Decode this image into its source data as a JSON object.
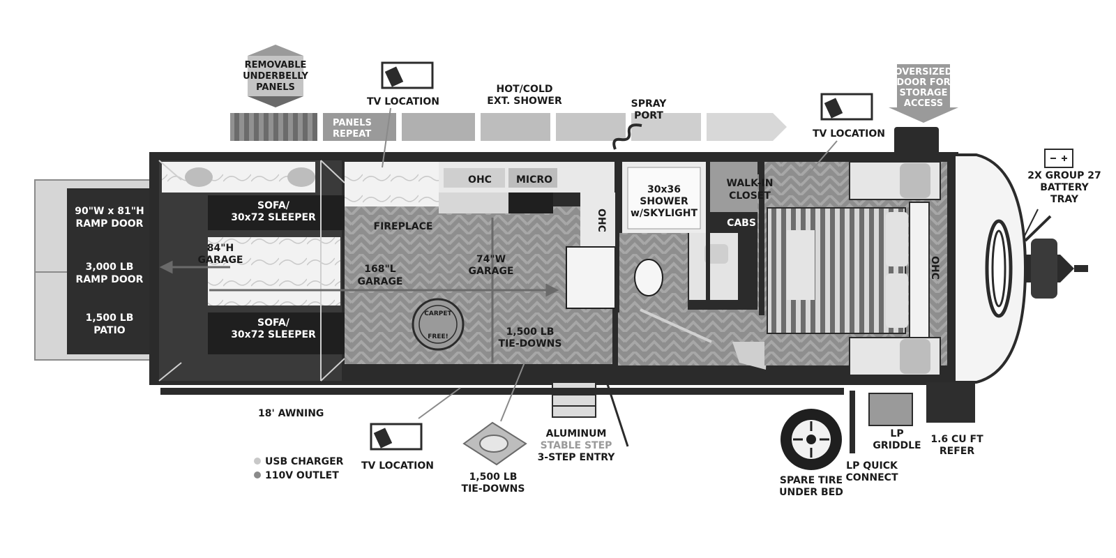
{
  "colors": {
    "wall": "#2b2b2b",
    "floor": "#8e8e8e",
    "floor_light": "#a9a9a9",
    "garage_dark": "#2e2e2e",
    "counter": "#e9e9e9",
    "panel_grey": "#b3b3b3",
    "accent_grey": "#9a9a9a"
  },
  "icons": [
    "tv-icon",
    "battery-icon",
    "spare-tire-icon",
    "tie-down-icon",
    "spray-port-icon",
    "carpet-free-stamp-icon",
    "usb-dot-icon",
    "outlet-dot-icon"
  ],
  "top": {
    "removable_panels": [
      "REMOVABLE",
      "UNDERBELLY",
      "PANELS"
    ],
    "panels_repeat": [
      "PANELS",
      "REPEAT"
    ],
    "tv_location": "TV LOCATION",
    "hot_cold_shower": [
      "HOT/COLD",
      "EXT. SHOWER"
    ],
    "spray_port": [
      "SPRAY",
      "PORT"
    ],
    "tv_location_bed": "TV LOCATION",
    "oversized_door": [
      "OVERSIZED",
      "DOOR FOR",
      "STORAGE",
      "ACCESS"
    ]
  },
  "rear": {
    "ramp_size": [
      "90\"W x 81\"H",
      "RAMP DOOR"
    ],
    "ramp_weight": [
      "3,000 LB",
      "RAMP DOOR"
    ],
    "patio": [
      "1,500 LB",
      "PATIO"
    ]
  },
  "garage": {
    "sofa_top": [
      "SOFA/",
      "30x72 SLEEPER"
    ],
    "sofa_bottom": [
      "SOFA/",
      "30x72 SLEEPER"
    ],
    "height": [
      "84\"H",
      "GARAGE"
    ],
    "length": [
      "168\"L",
      "GARAGE"
    ],
    "width": [
      "74\"W",
      "GARAGE"
    ],
    "fireplace": "FIREPLACE",
    "ohc": "OHC",
    "micro": "MICRO",
    "ohc_vertical": "OHC",
    "tie_downs_inside": [
      "1,500 LB",
      "TIE-DOWNS"
    ],
    "carpet_free": [
      "CARPET",
      "FREE!"
    ]
  },
  "bath": {
    "shower": [
      "30x36",
      "SHOWER",
      "w/SKYLIGHT"
    ],
    "walk_in": [
      "WALK-IN",
      "CLOSET"
    ],
    "cabs": "CABS"
  },
  "front": {
    "ohc_vertical": "OHC",
    "battery": [
      "2X GROUP 27",
      "BATTERY",
      "TRAY"
    ]
  },
  "bottom": {
    "awning": "18' AWNING",
    "legend_usb": "USB CHARGER",
    "legend_outlet": "110V OUTLET",
    "tv_location": "TV LOCATION",
    "tie_downs": [
      "1,500 LB",
      "TIE-DOWNS"
    ],
    "step_line1": "ALUMINUM",
    "step_line2": "STABLE STEP",
    "step_line3": "3-STEP ENTRY",
    "spare_tire": [
      "SPARE TIRE",
      "UNDER BED"
    ],
    "lp_quick": [
      "LP QUICK",
      "CONNECT"
    ],
    "lp_griddle": [
      "LP",
      "GRIDDLE"
    ],
    "refer": [
      "1.6 CU FT",
      "REFER"
    ]
  }
}
